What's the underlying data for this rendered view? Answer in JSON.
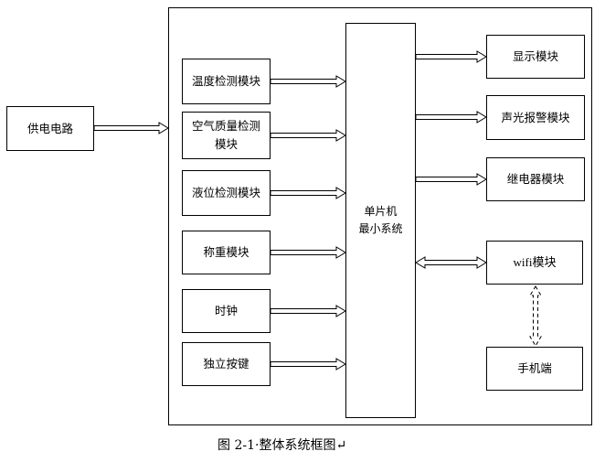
{
  "power_supply": {
    "label": "供电电路"
  },
  "input_modules": [
    {
      "label": "温度检测模块"
    },
    {
      "label": "空气质量检测模块"
    },
    {
      "label": "液位检测模块"
    },
    {
      "label": "称重模块"
    },
    {
      "label": "时钟"
    },
    {
      "label": "独立按键"
    }
  ],
  "mcu": {
    "lines": [
      "单片机",
      "最小系统"
    ]
  },
  "output_modules": [
    {
      "label": "显示模块"
    },
    {
      "label": "声光报警模块"
    },
    {
      "label": "继电器模块"
    }
  ],
  "wifi_module": {
    "label": "wifi模块"
  },
  "phone": {
    "label": "手机端"
  },
  "caption": "图 2-1·整体系统框图↵"
}
